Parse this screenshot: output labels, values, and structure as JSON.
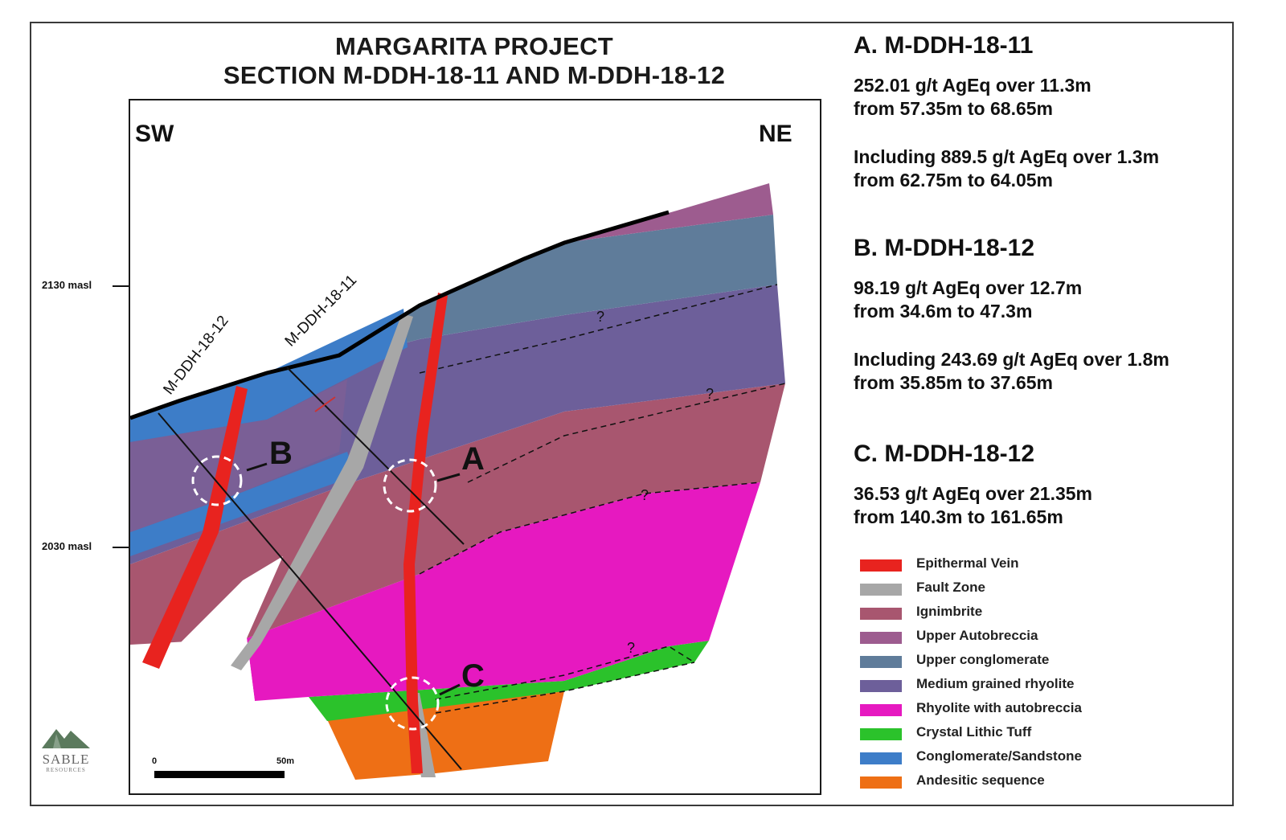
{
  "title": {
    "line1": "MARGARITA PROJECT",
    "line2": "SECTION M-DDH-18-11 AND M-DDH-18-12"
  },
  "section": {
    "dir_left": "SW",
    "dir_right": "NE",
    "elevation_upper": "2130 masl",
    "elevation_lower": "2030 masl",
    "hole_1": "M-DDH-18-12",
    "hole_2": "M-DDH-18-11",
    "marker_a": "A",
    "marker_b": "B",
    "marker_c": "C",
    "uncertain": "?",
    "scale_start": "0",
    "scale_end": "50m"
  },
  "logo": {
    "word": "SABLE",
    "sub": "RESOURCES"
  },
  "results": {
    "a": {
      "heading": "A. M-DDH-18-11",
      "line1": "252.01 g/t AgEq over 11.3m",
      "line2": "from 57.35m to 68.65m",
      "line3": "Including 889.5 g/t AgEq over 1.3m",
      "line4": "from 62.75m to 64.05m"
    },
    "b": {
      "heading": "B. M-DDH-18-12",
      "line1": "98.19 g/t AgEq over 12.7m",
      "line2": "from 34.6m to 47.3m",
      "line3": "Including 243.69 g/t AgEq over 1.8m",
      "line4": "from 35.85m to 37.65m"
    },
    "c": {
      "heading": "C. M-DDH-18-12",
      "line1": "36.53 g/t AgEq over 21.35m",
      "line2": "from 140.3m to 161.65m"
    }
  },
  "legend": [
    {
      "label": "Epithermal Vein",
      "color": "#e8231f"
    },
    {
      "label": "Fault Zone",
      "color": "#a7a7a7"
    },
    {
      "label": "Ignimbrite",
      "color": "#a8566f"
    },
    {
      "label": "Upper Autobreccia",
      "color": "#9d5c8f"
    },
    {
      "label": "Upper conglomerate",
      "color": "#5f7c9a"
    },
    {
      "label": "Medium grained rhyolite",
      "color": "#6d5f9a"
    },
    {
      "label": "Rhyolite with autobreccia",
      "color": "#e619c0"
    },
    {
      "label": "Crystal Lithic Tuff",
      "color": "#2bc22b"
    },
    {
      "label": "Conglomerate/Sandstone",
      "color": "#3d7dc8"
    },
    {
      "label": "Andesitic sequence",
      "color": "#ee6f15"
    }
  ]
}
